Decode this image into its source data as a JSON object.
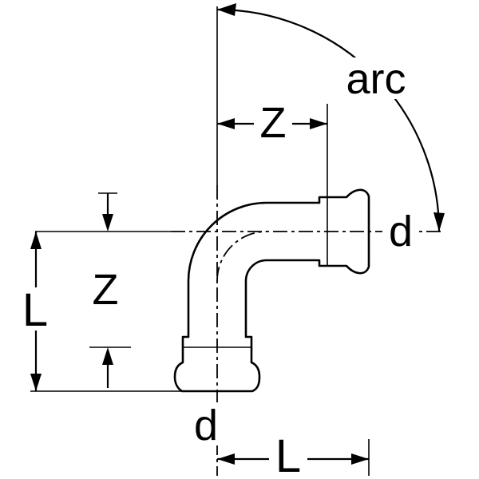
{
  "diagram": {
    "type": "technical-drawing",
    "subject": "90-degree elbow press fitting with dimension annotations",
    "background_color": "#ffffff",
    "line_color": "#000000",
    "labels": {
      "arc": "arc",
      "z_top": "Z",
      "z_left": "Z",
      "l_left": "L",
      "l_bottom": "L",
      "d_right": "d",
      "d_bottom": "d"
    },
    "dimensions_shown": [
      "arc",
      "Z",
      "L",
      "d"
    ]
  }
}
